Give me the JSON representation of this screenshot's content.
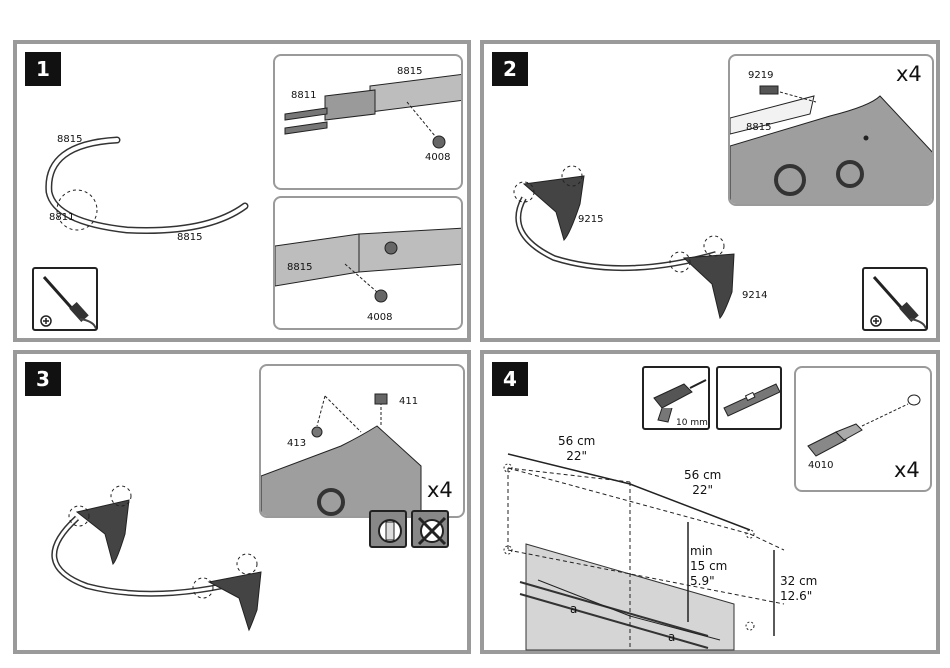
{
  "steps": {
    "s1": {
      "number": "1",
      "labels": {
        "p8815a": "8815",
        "p8811a": "8811",
        "p8815b": "8815",
        "d8815": "8815",
        "d8811": "8811",
        "d4008": "4008",
        "e8815": "8815",
        "e4008": "4008"
      }
    },
    "s2": {
      "number": "2",
      "labels": {
        "b9215": "9215",
        "b9214": "9214",
        "d9219": "9219",
        "d8815": "8815"
      },
      "count": "x4"
    },
    "s3": {
      "number": "3",
      "labels": {
        "d411": "411",
        "d413": "413"
      },
      "count": "x4"
    },
    "s4": {
      "number": "4",
      "labels": {
        "drill": "10 mm",
        "anchor": "4010",
        "a1": "a",
        "a2": "a"
      },
      "count": "x4",
      "dims": {
        "top_cm": "56 cm",
        "top_in": "22\"",
        "mid_cm": "56 cm",
        "mid_in": "22\"",
        "min": "min",
        "min_cm": "15 cm",
        "min_in": "5.9\"",
        "h_cm": "32 cm",
        "h_in": "12.6\""
      }
    }
  }
}
